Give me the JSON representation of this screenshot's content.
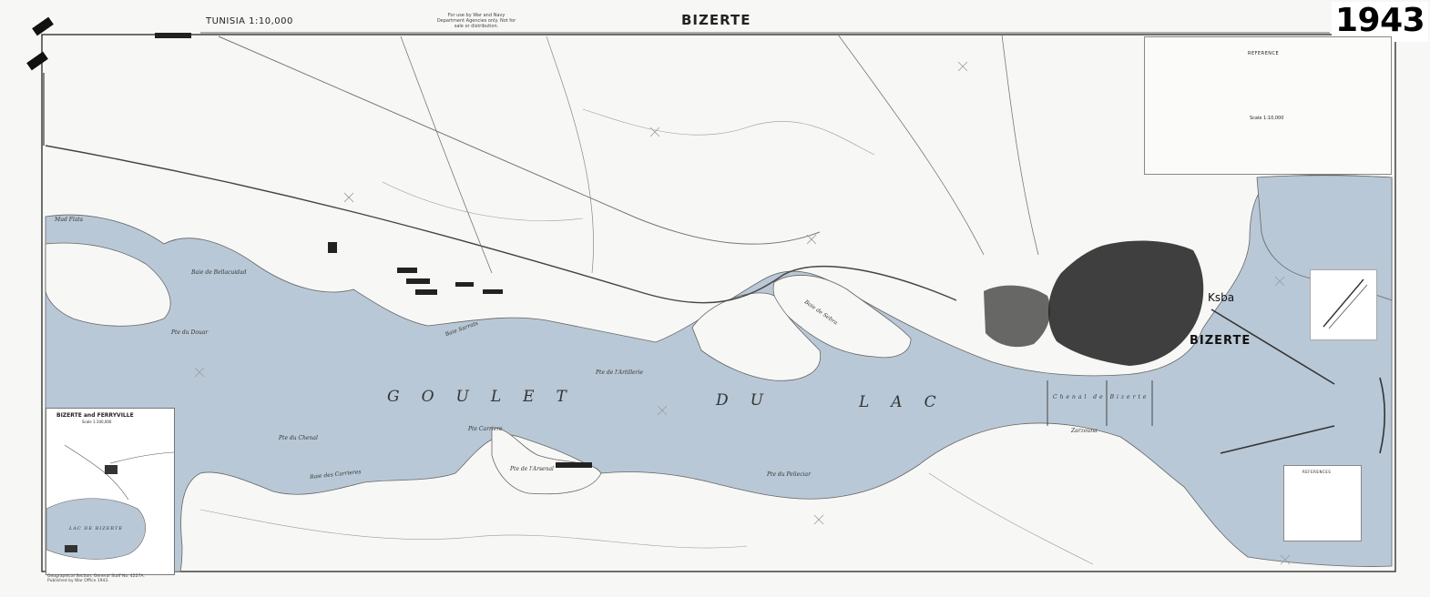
{
  "map": {
    "header_left": "TUNISIA 1:10,000",
    "title": "BIZERTE",
    "year": "1943",
    "header_note": "For use by War and Navy Department Agencies only. Not for sale or distribution.",
    "water_labels": [
      "GOULET",
      "DU",
      "LAC"
    ],
    "features": [
      {
        "label": "Mud Flats"
      },
      {
        "label": "Baie de Bellacuidad"
      },
      {
        "label": "Pte du Douar"
      },
      {
        "label": "Baie Sarrats"
      },
      {
        "label": "Baie de Sebra"
      },
      {
        "label": "Pte Carriere"
      },
      {
        "label": "Pte du Chenal"
      },
      {
        "label": "Baie des Carrieres"
      },
      {
        "label": "Pte de l'Arsenal"
      },
      {
        "label": "Pte du Pelieciar"
      },
      {
        "label": "Pte de l'Artillerie"
      },
      {
        "label": "Chenal de Bizerte"
      },
      {
        "label": "Zarzouna"
      }
    ],
    "city_label": "BIZERTE",
    "kasba_label": "Ksba",
    "legend": {
      "title": "REFERENCE",
      "scale": "Scale 1:10,000"
    },
    "inset": {
      "title": "BIZERTE and FERRYVILLE",
      "subtitle": "Scale 1:100,000",
      "lake_label": "LAC DE BIZERTE"
    },
    "references_title": "REFERENCES",
    "footer": "Geographical Section, General Staff No. 4227A. Published by War Office 1943."
  },
  "colors": {
    "water": "#b9c8d6",
    "land": "#f7f7f5",
    "urban": "#1a1a1a",
    "line": "#555555"
  }
}
